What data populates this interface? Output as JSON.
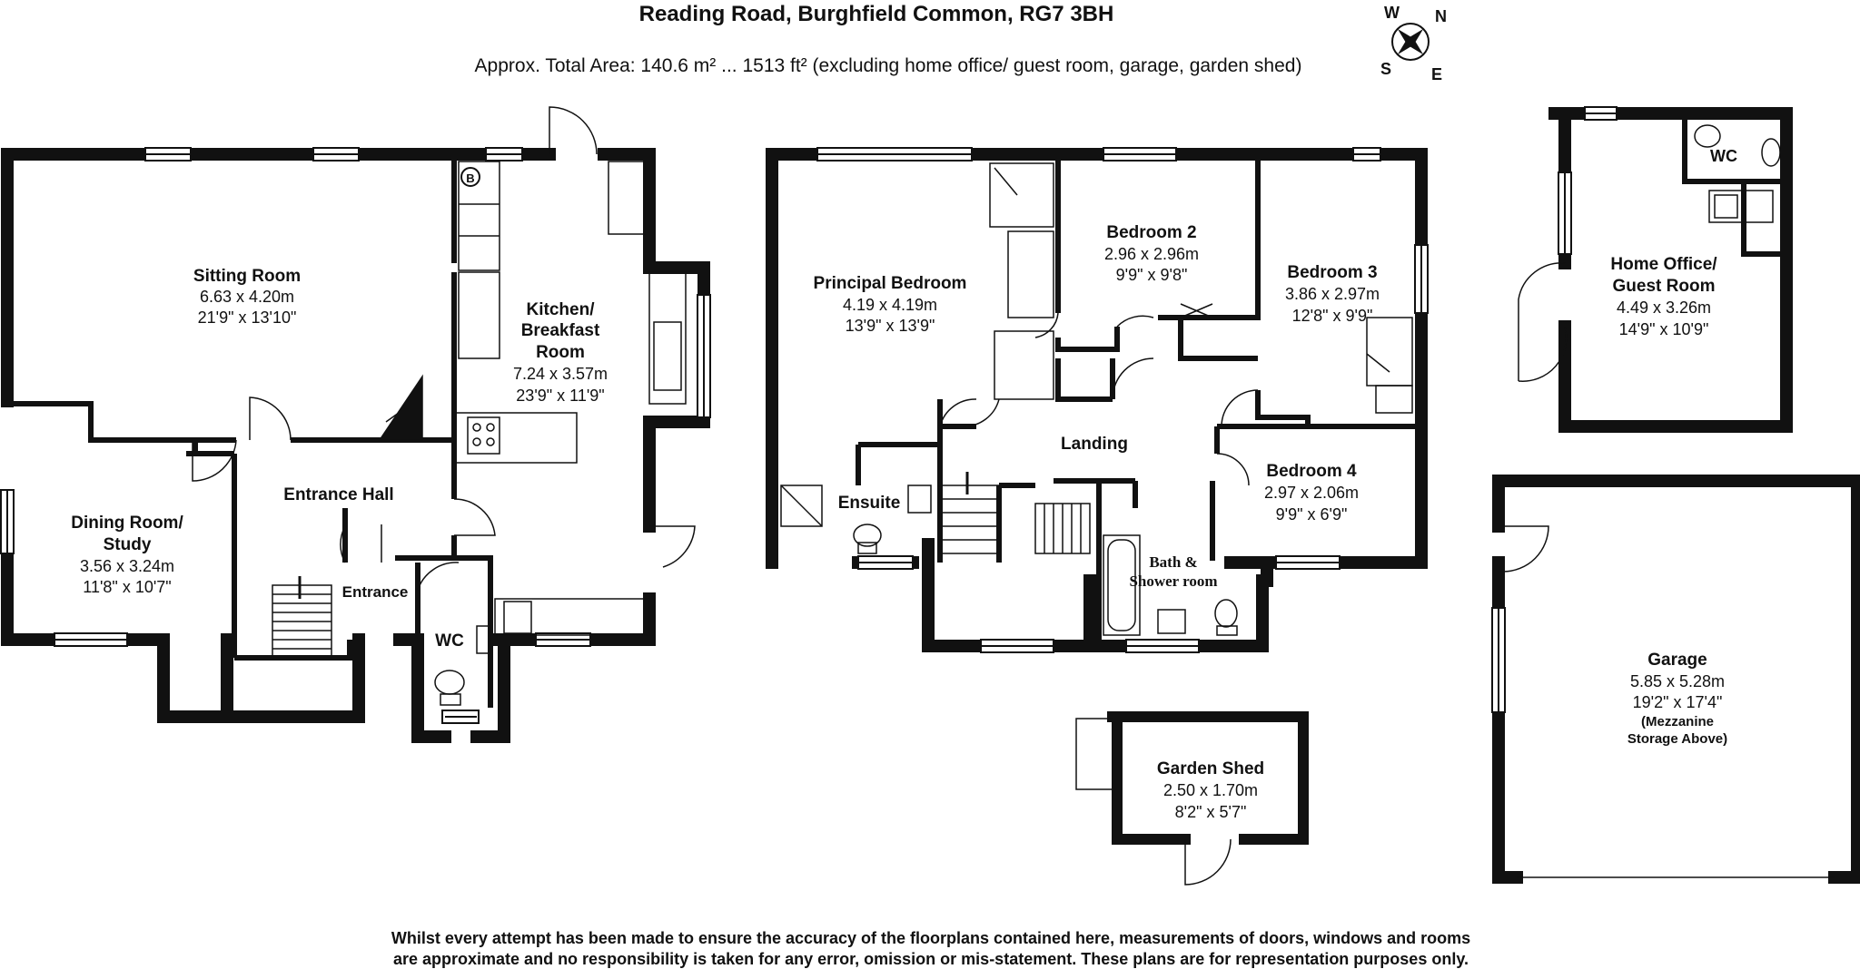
{
  "header": {
    "title": "Reading Road, Burghfield Common, RG7 3BH",
    "area": "Approx. Total Area: 140.6 m² ... 1513 ft² (excluding home office/ guest room, garage, garden shed)"
  },
  "compass": {
    "w": "W",
    "n": "N",
    "s": "S",
    "e": "E"
  },
  "rooms": {
    "sitting": {
      "name": "Sitting Room",
      "metric": "6.63 x 4.20m",
      "imperial": "21'9\" x 13'10\""
    },
    "kitchen": {
      "name1": "Kitchen/",
      "name2": "Breakfast",
      "name3": "Room",
      "metric": "7.24 x 3.57m",
      "imperial": "23'9\" x 11'9\""
    },
    "dining": {
      "name1": "Dining Room/",
      "name2": "Study",
      "metric": "3.56 x 3.24m",
      "imperial": "11'8\" x 10'7\""
    },
    "hall": {
      "name": "Entrance Hall"
    },
    "entrance": {
      "name": "Entrance"
    },
    "wc_ground": {
      "name": "WC"
    },
    "boiler": {
      "name": "B"
    },
    "principal": {
      "name": "Principal Bedroom",
      "metric": "4.19 x 4.19m",
      "imperial": "13'9\" x 13'9\""
    },
    "ensuite": {
      "name": "Ensuite"
    },
    "bed2": {
      "name": "Bedroom 2",
      "metric": "2.96 x 2.96m",
      "imperial": "9'9\" x 9'8\""
    },
    "bed3": {
      "name": "Bedroom 3",
      "metric": "3.86 x 2.97m",
      "imperial": "12'8\" x 9'9\""
    },
    "bed4": {
      "name": "Bedroom 4",
      "metric": "2.97 x 2.06m",
      "imperial": "9'9\" x 6'9\""
    },
    "landing": {
      "name": "Landing"
    },
    "bath": {
      "name1": "Bath &",
      "name2": "Shower room"
    },
    "office": {
      "name1": "Home Office/",
      "name2": "Guest Room",
      "metric": "4.49 x 3.26m",
      "imperial": "14'9\" x 10'9\""
    },
    "wc_office": {
      "name": "WC"
    },
    "shed": {
      "name": "Garden Shed",
      "metric": "2.50 x 1.70m",
      "imperial": "8'2\" x 5'7\""
    },
    "garage": {
      "name": "Garage",
      "metric": "5.85 x 5.28m",
      "imperial": "19'2\" x 17'4\"",
      "note1": "(Mezzanine",
      "note2": "Storage Above)"
    }
  },
  "footer": {
    "line1": "Whilst every attempt has been made to ensure the accuracy of the floorplans contained here, measurements of doors, windows and rooms",
    "line2": "are approximate and no responsibility is taken for any error, omission or mis-statement. These plans are for representation purposes only."
  }
}
